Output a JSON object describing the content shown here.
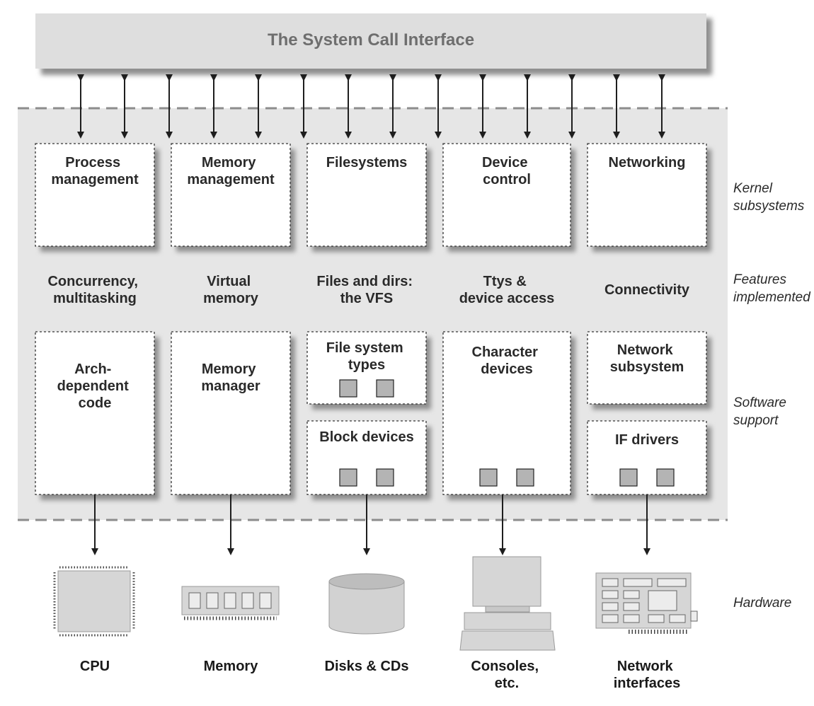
{
  "system_call_interface": "The System Call Interface",
  "side_labels": {
    "kernel_subsystems": [
      "Kernel",
      "subsystems"
    ],
    "features_implemented": [
      "Features",
      "implemented"
    ],
    "software_support": [
      "Software",
      "support"
    ],
    "hardware": [
      "Hardware"
    ]
  },
  "subsystems": [
    {
      "id": "process",
      "label": [
        "Process",
        "management"
      ],
      "feature": [
        "Concurrency,",
        "multitasking"
      ]
    },
    {
      "id": "memory",
      "label": [
        "Memory",
        "management"
      ],
      "feature": [
        "Virtual",
        "memory"
      ]
    },
    {
      "id": "filesystems",
      "label": [
        "Filesystems"
      ],
      "feature": [
        "Files and dirs:",
        "the VFS"
      ]
    },
    {
      "id": "device",
      "label": [
        "Device",
        "control"
      ],
      "feature": [
        "Ttys &",
        "device access"
      ]
    },
    {
      "id": "networking",
      "label": [
        "Networking"
      ],
      "feature": [
        "Connectivity"
      ]
    }
  ],
  "software_support": {
    "arch_code": [
      "Arch-",
      "dependent",
      "code"
    ],
    "memory_manager": [
      "Memory",
      "manager"
    ],
    "fs_types": [
      "File system",
      "types"
    ],
    "block_devices": [
      "Block devices"
    ],
    "char_devices": [
      "Character",
      "devices"
    ],
    "net_subsystem": [
      "Network",
      "subsystem"
    ],
    "if_drivers": [
      "IF drivers"
    ]
  },
  "hardware": {
    "cpu": [
      "CPU"
    ],
    "memory": [
      "Memory"
    ],
    "disks": [
      "Disks & CDs"
    ],
    "consoles": [
      "Consoles,",
      "etc."
    ],
    "network": [
      "Network",
      "interfaces"
    ]
  },
  "colors": {
    "panel": "#e6e6e6",
    "shadow": "#8f8f8f",
    "box_fill": "#ffffff",
    "chip": "#b4b4b4",
    "text": "#2a2a2a",
    "syscall_text": "#6e6e6e"
  }
}
